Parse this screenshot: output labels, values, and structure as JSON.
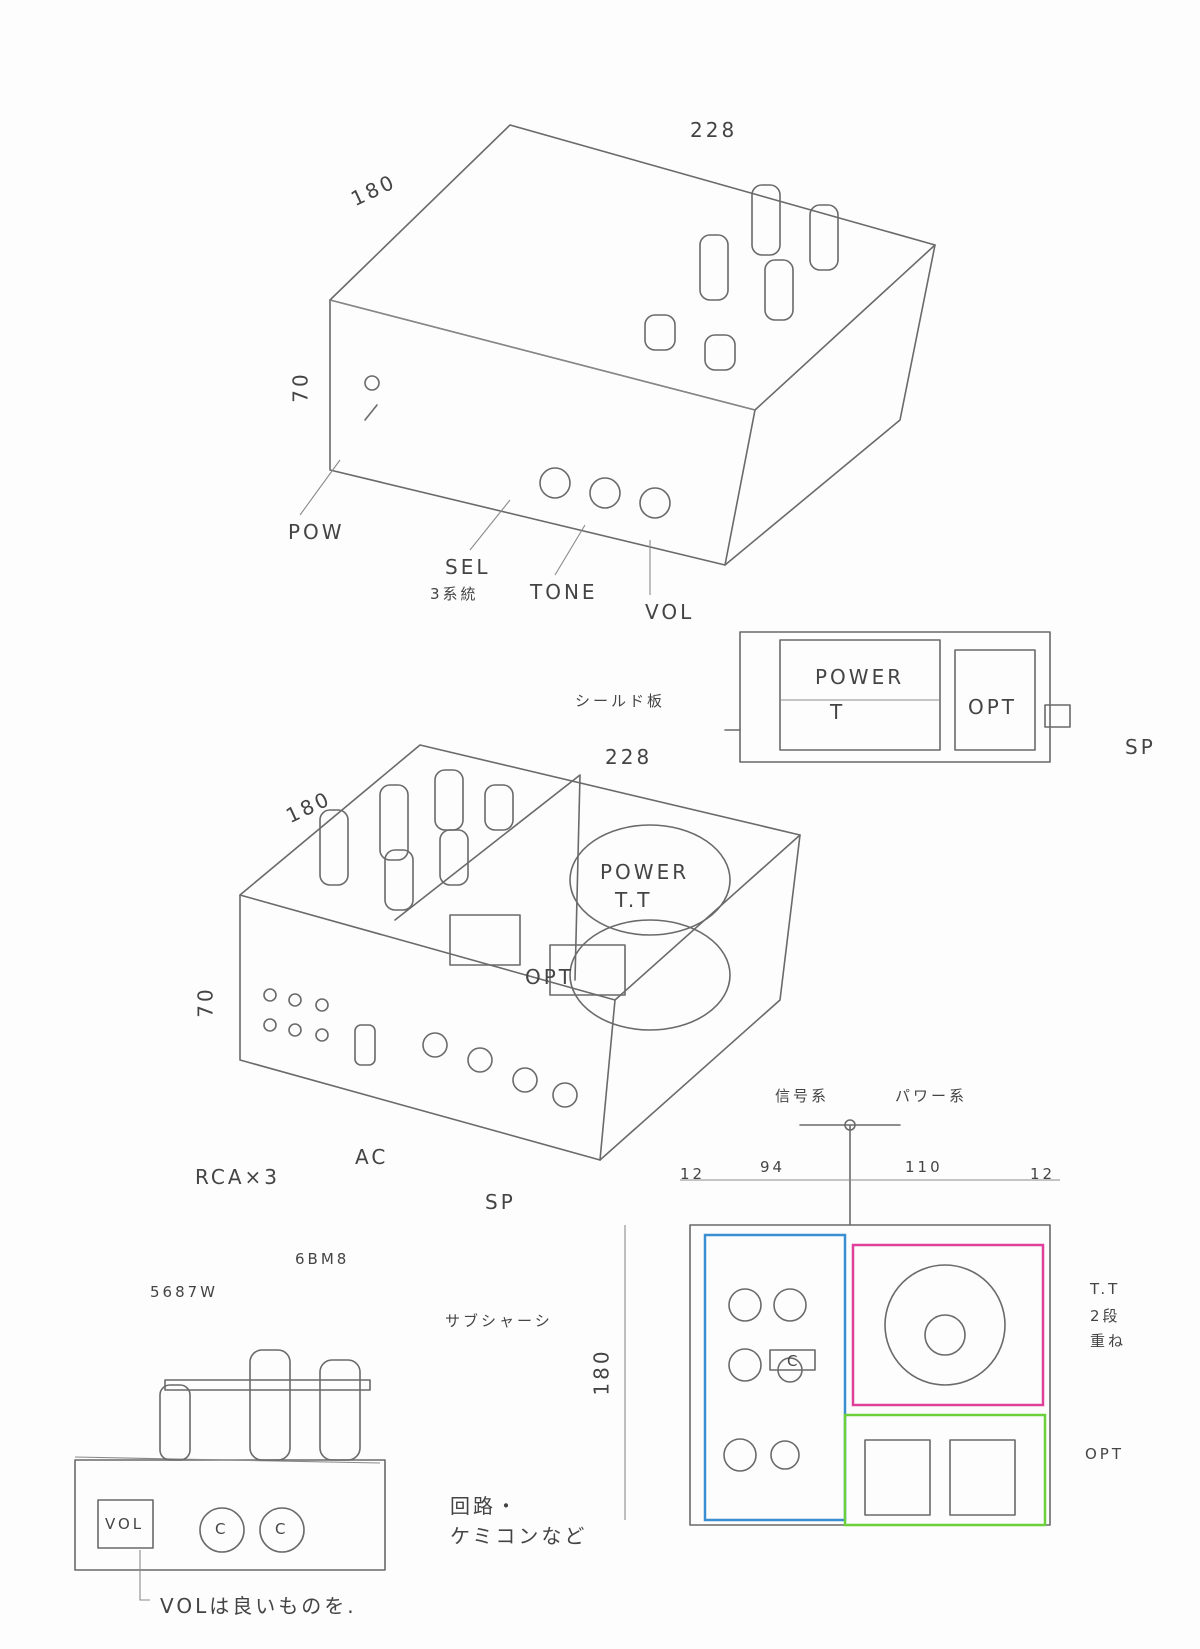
{
  "sketch1": {
    "width": "228",
    "depth": "180",
    "height": "70",
    "pow": "POW",
    "sel": "SEL",
    "sel_sub": "3系統",
    "tone": "TONE",
    "vol": "VOL"
  },
  "side_view": {
    "power_t": "POWER",
    "power_t2": "T",
    "opt": "OPT",
    "sp": "SP"
  },
  "sketch2": {
    "shield": "シールド板",
    "width": "228",
    "depth": "180",
    "height": "70",
    "power_tt": "POWER",
    "power_tt2": "T.T",
    "opt": "OPT",
    "rca": "RCA×3",
    "ac": "AC",
    "sp": "SP"
  },
  "sub_chassis": {
    "tube1": "5687W",
    "tube2": "6BM8",
    "sub": "サブシャーシ",
    "vol": "VOL",
    "c1": "C",
    "c2": "C",
    "circuit": "回路・",
    "circuit2": "ケミコンなど",
    "note": "VOLは良いものを."
  },
  "top_view": {
    "signal": "信号系",
    "power": "パワー系",
    "d1": "12",
    "d2": "94",
    "d3": "110",
    "d4": "12",
    "depth": "180",
    "tt": "T.T",
    "tt2": "2段",
    "tt3": "重ね",
    "opt": "OPT",
    "c": "C"
  },
  "colors": {
    "signal_box": "#3b8fd0",
    "tt_box": "#e0409a",
    "opt_box": "#6ccf3c"
  }
}
